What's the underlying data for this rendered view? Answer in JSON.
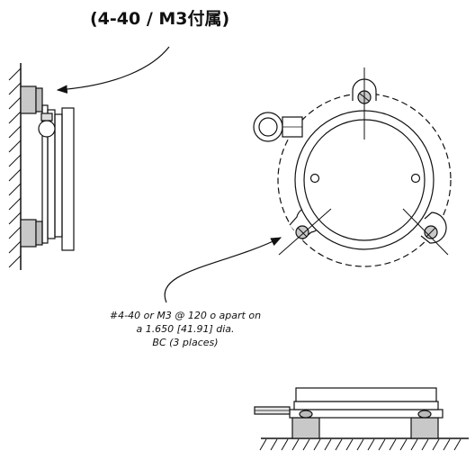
{
  "title": "(4-40 / M3付属)",
  "note": {
    "line1": "#4-40 or M3 @ 120  o apart on",
    "line2": "a 1.650 [41.91] dia.",
    "line3": "BC (3 places)"
  }
}
